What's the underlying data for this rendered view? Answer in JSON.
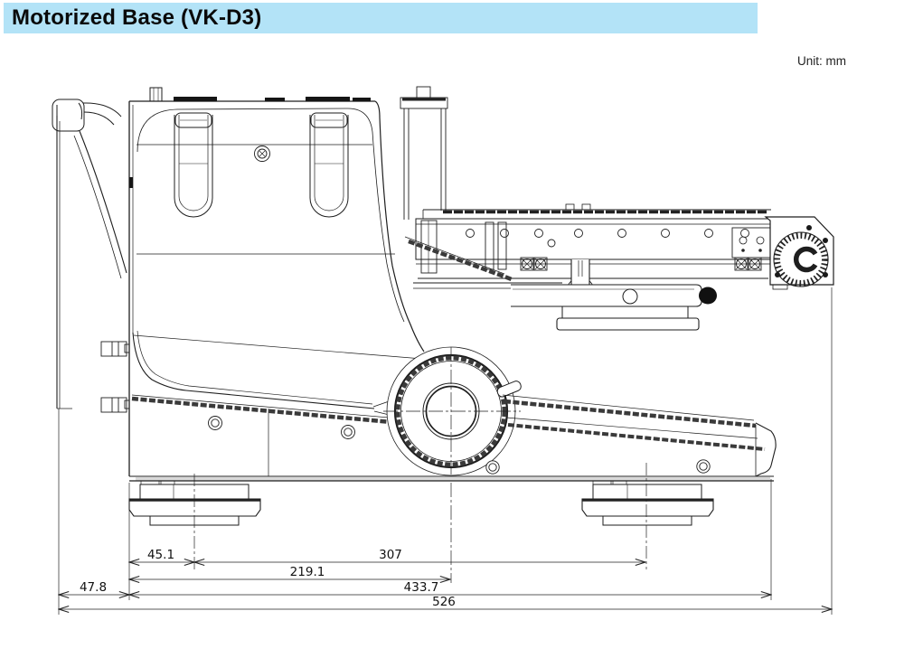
{
  "page": {
    "title": "Motorized Base (VK-D3)",
    "unit_label": "Unit: mm"
  },
  "drawing": {
    "view": "side-view dimensional outline drawing",
    "dimensions_mm": [
      {
        "id": "dim-left-foot-offset",
        "value": "45.1"
      },
      {
        "id": "dim-foot-spacing",
        "value": "307"
      },
      {
        "id": "dim-front-to-axis",
        "value": "219.1"
      },
      {
        "id": "dim-rear-overhang",
        "value": "47.8"
      },
      {
        "id": "dim-front-to-base-tip",
        "value": "433.7"
      },
      {
        "id": "dim-overall-depth",
        "value": "526"
      }
    ],
    "colors": {
      "title_bar_bg": "#b3e3f7",
      "line": "#1e1e1e",
      "hatch": "#3a3a3a",
      "base_strip": "#d9d9d9"
    }
  }
}
